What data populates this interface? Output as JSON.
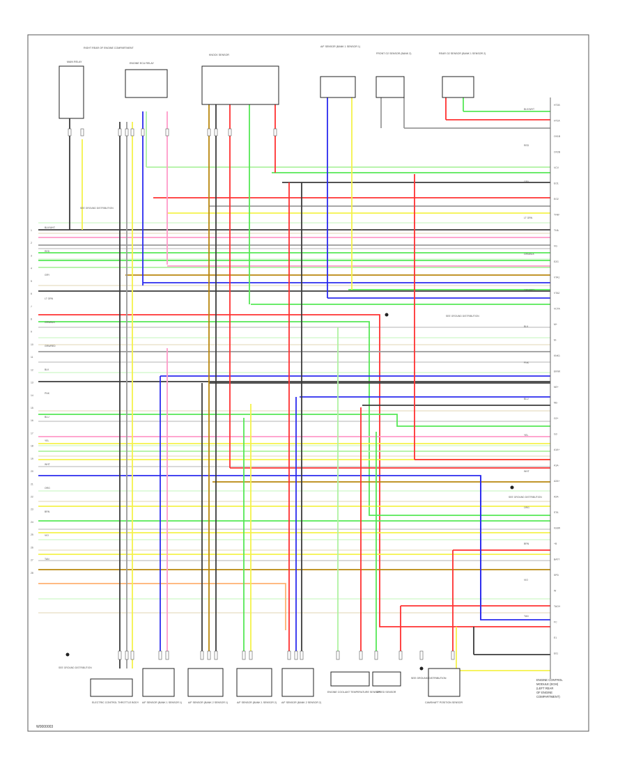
{
  "diagram": {
    "footer": "W0000003",
    "colors": {
      "red": "#ff3030",
      "green": "#55e855",
      "lightgreen": "#aef2a0",
      "blue": "#2a2aee",
      "yellow": "#f4f24a",
      "pink": "#ff9ac8",
      "orange": "#ffb070",
      "brown": "#b8860b",
      "black": "#3a3a3a",
      "gray": "#9a9a9a",
      "violet": "#d050d0",
      "tan": "#d9c99a",
      "connector": "#222222"
    },
    "ecm_label": "ENGINE CONTROL MODULE (ECM) (LEFT REAR OF ENGINE COMPARTMENT)",
    "top_components": [
      "RIGHT REAR OF ENGINE COMPARTMENT",
      "MAIN RELAY",
      "ENGINE ECU RELAY",
      "KNOCK SENSOR",
      "A/F SENSOR (BANK 1 SENSOR 1)",
      "FRONT O2 SENSOR (BANK 2)",
      "REAR O2 SENSOR (BANK 1 SENSOR 2)"
    ],
    "bottom_components": [
      "ELECTRIC CONTROL THROTTLE BODY",
      "A/F SENSOR (BANK 1 SENSOR 1)",
      "A/F SENSOR (BANK 2 SENSOR 1)",
      "A/F SENSOR (BANK 1 SENSOR 2)",
      "A/F SENSOR (BANK 2 SENSOR 2)",
      "ENGINE COOLANT TEMPERATURE SENSOR",
      "SPEED SENSOR",
      "SEE GROUND DISTRIBUTION",
      "CAMSHAFT POSITION SENSOR"
    ],
    "ground_labels": [
      "SEE GROUND DISTRIBUTION",
      "SEE GROUND DISTRIBUTION",
      "SEE GROUND DISTRIBUTION",
      "SEE GROUND DISTRIBUTION"
    ],
    "right_terminal_labels": [
      "HT1B",
      "HT1A",
      "OX1B",
      "OX2B",
      "VCV",
      "EO1",
      "EO2",
      "THW",
      "THA",
      "VG",
      "E2G",
      "VTA1",
      "VTA2",
      "VCTA",
      "M+",
      "M-",
      "KNK1",
      "EKNK",
      "NE+",
      "NE-",
      "G2+",
      "G2-",
      "A1A+",
      "A1A-",
      "A2A+",
      "A2A-",
      "STA",
      "IGSW",
      "+B",
      "BATT",
      "SPD",
      "W",
      "TACH",
      "FC",
      "E1",
      "E01"
    ],
    "left_terminal_labels": [
      "1",
      "2",
      "3",
      "4",
      "5",
      "6",
      "7",
      "8",
      "9",
      "10",
      "11",
      "12",
      "13",
      "14",
      "15",
      "16",
      "17",
      "18",
      "19",
      "20",
      "21",
      "22",
      "23",
      "24",
      "25",
      "26",
      "27",
      "28"
    ],
    "wire_color_codes": [
      "BLK/WHT",
      "RED",
      "GRY",
      "LT GRN",
      "GRN/BLK",
      "GRN/RED",
      "BLK",
      "PNK",
      "BLU",
      "YEL",
      "WHT",
      "ORG",
      "BRN",
      "VIO",
      "TAN"
    ]
  }
}
